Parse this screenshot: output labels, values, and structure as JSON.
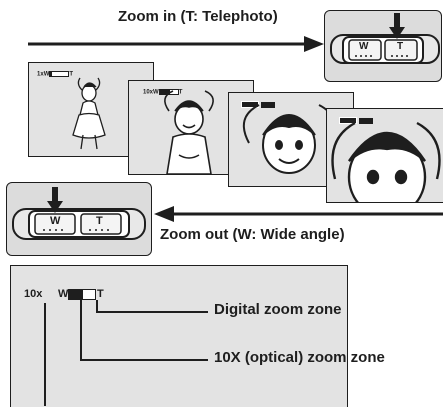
{
  "top": {
    "zoom_in_label": "Zoom in (T: Telephoto)"
  },
  "middle": {
    "zoom_out_label": "Zoom out (W: Wide angle)"
  },
  "switch": {
    "w_label": "W",
    "t_label": "T"
  },
  "frames": [
    {
      "indicator_prefix": "1x",
      "indicator_w": "W",
      "indicator_t": "T",
      "zoom_level_fraction": 0.1
    },
    {
      "indicator_prefix": "10x",
      "indicator_w": "W",
      "indicator_t": "T",
      "zoom_level_fraction": 0.55
    }
  ],
  "viewfinder": {
    "zoom_value": "10x",
    "w_label": "W",
    "t_label": "T",
    "zoom_level_fraction": 0.55,
    "callouts": {
      "digital": "Digital zoom zone",
      "optical": "10X (optical) zoom zone"
    }
  },
  "colors": {
    "line": "#1e1e1e",
    "frame_fill": "#e3e3e3",
    "switch_fill": "#dcdcdc"
  }
}
